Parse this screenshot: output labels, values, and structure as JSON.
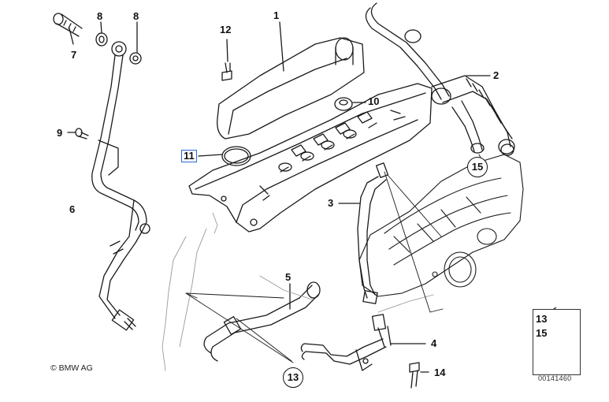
{
  "callouts": {
    "c1": "1",
    "c2": "2",
    "c3": "3",
    "c4": "4",
    "c5": "5",
    "c6": "6",
    "c7": "7",
    "c8a": "8",
    "c8b": "8",
    "c9": "9",
    "c10": "10",
    "c11": "11",
    "c12": "12",
    "c13": "13",
    "c14": "14",
    "c15": "15"
  },
  "legend": {
    "top_number": "13",
    "bottom_number": "15"
  },
  "copyright": "© BMW AG",
  "diagram_number": "00141460",
  "colors": {
    "line": "#1a1a1a",
    "highlight_box": "#2a6ad6",
    "faint_part": "#9a9a9a"
  }
}
